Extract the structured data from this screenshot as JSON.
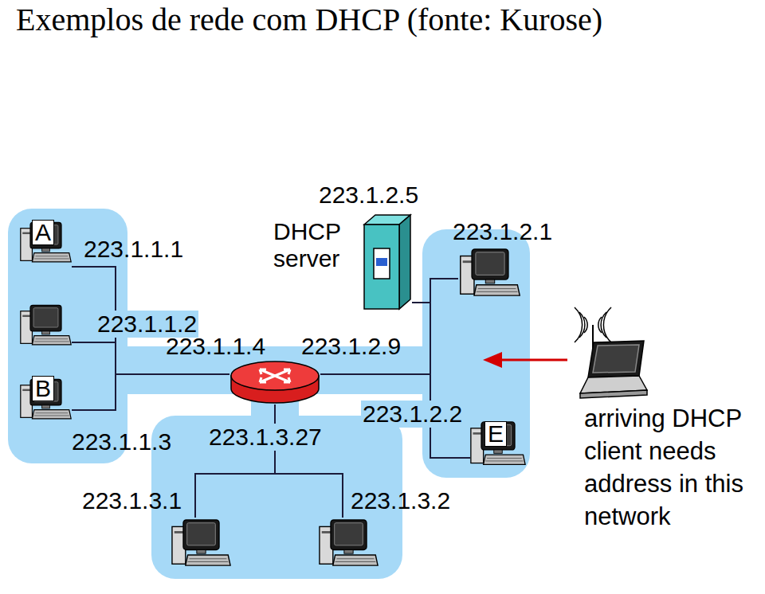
{
  "diagram": {
    "title": "Exemplos de rede com DHCP (fonte: Kurose)",
    "nodes": [
      {
        "text": [
          "A",
          "223.1.1.1"
        ]
      },
      {
        "text": [
          "223.1.1.2"
        ]
      },
      {
        "text": [
          "B",
          "223.1.1.3"
        ]
      },
      {
        "text": [
          "223.1.2.5",
          "DHCP server"
        ]
      },
      {
        "text": [
          "223.1.1.4",
          "223.1.2.9",
          "223.1.3.27"
        ]
      },
      {
        "text": [
          "223.1.2.1"
        ]
      },
      {
        "text": [
          "223.1.2.2",
          "E"
        ]
      },
      {
        "text": [
          "223.1.3.1"
        ]
      },
      {
        "text": [
          "223.1.3.2"
        ]
      }
    ],
    "edges": [
      {
        "from": 0,
        "to": 4,
        "arrow": "none"
      },
      {
        "from": 1,
        "to": 4,
        "arrow": "none"
      },
      {
        "from": 2,
        "to": 4,
        "arrow": "none"
      },
      {
        "from": 3,
        "to": 4,
        "arrow": "none"
      },
      {
        "from": 5,
        "to": 4,
        "arrow": "none"
      },
      {
        "from": 6,
        "to": 4,
        "arrow": "none"
      },
      {
        "from": 7,
        "to": 4,
        "arrow": "none"
      },
      {
        "from": 8,
        "to": 4,
        "arrow": "none"
      }
    ],
    "labels": [
      "arriving DHCP client needs address in this network"
    ]
  }
}
